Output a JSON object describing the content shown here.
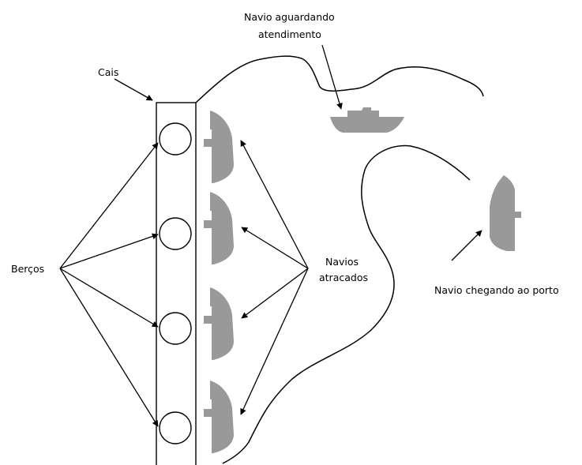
{
  "labels": {
    "cais": "Cais",
    "bercos": "Berços",
    "navios_atracados_1": "Navios",
    "navios_atracados_2": "atracados",
    "aguardando_1": "Navio aguardando",
    "aguardando_2": "atendimento",
    "chegando": "Navio chegando ao porto"
  },
  "colors": {
    "ship": "#999999",
    "line": "#000000",
    "background": "#ffffff"
  },
  "berths": [
    "berco-1",
    "berco-2",
    "berco-3",
    "berco-4"
  ],
  "docked_ships": [
    "navio-atracado-1",
    "navio-atracado-2",
    "navio-atracado-3",
    "navio-atracado-4"
  ]
}
